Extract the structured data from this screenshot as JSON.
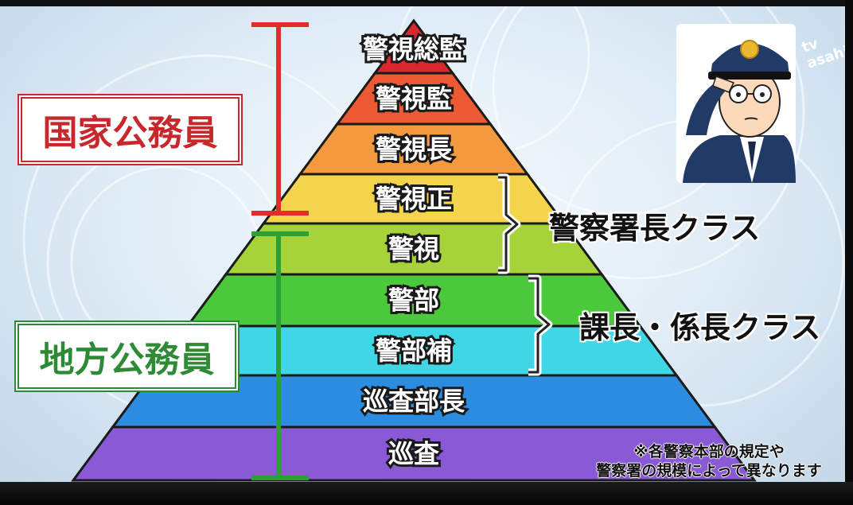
{
  "pyramid": {
    "levels": [
      {
        "label": "警視総監",
        "color": "#d9272d"
      },
      {
        "label": "警視監",
        "color": "#ec5a34"
      },
      {
        "label": "警視長",
        "color": "#f39a3e"
      },
      {
        "label": "警視正",
        "color": "#f3d44a"
      },
      {
        "label": "警視",
        "color": "#a6d33a"
      },
      {
        "label": "警部",
        "color": "#4cc93b"
      },
      {
        "label": "警部補",
        "color": "#3fd6e6"
      },
      {
        "label": "巡査部長",
        "color": "#2c8ce0"
      },
      {
        "label": "巡査",
        "color": "#8a5ad6"
      }
    ]
  },
  "categories": {
    "national": {
      "label": "国家公務員",
      "color": "#c8282c"
    },
    "local": {
      "label": "地方公務員",
      "color": "#2e8b35"
    }
  },
  "groups": {
    "station_chief": "警察署長クラス",
    "section_chief": "課長・係長クラス"
  },
  "note": {
    "line1": "※各警察本部の規定や",
    "line2": "警察署の規模によって異なります"
  },
  "logo": "tv asahi",
  "mascot": {
    "icon": "police-officer-saluting"
  }
}
